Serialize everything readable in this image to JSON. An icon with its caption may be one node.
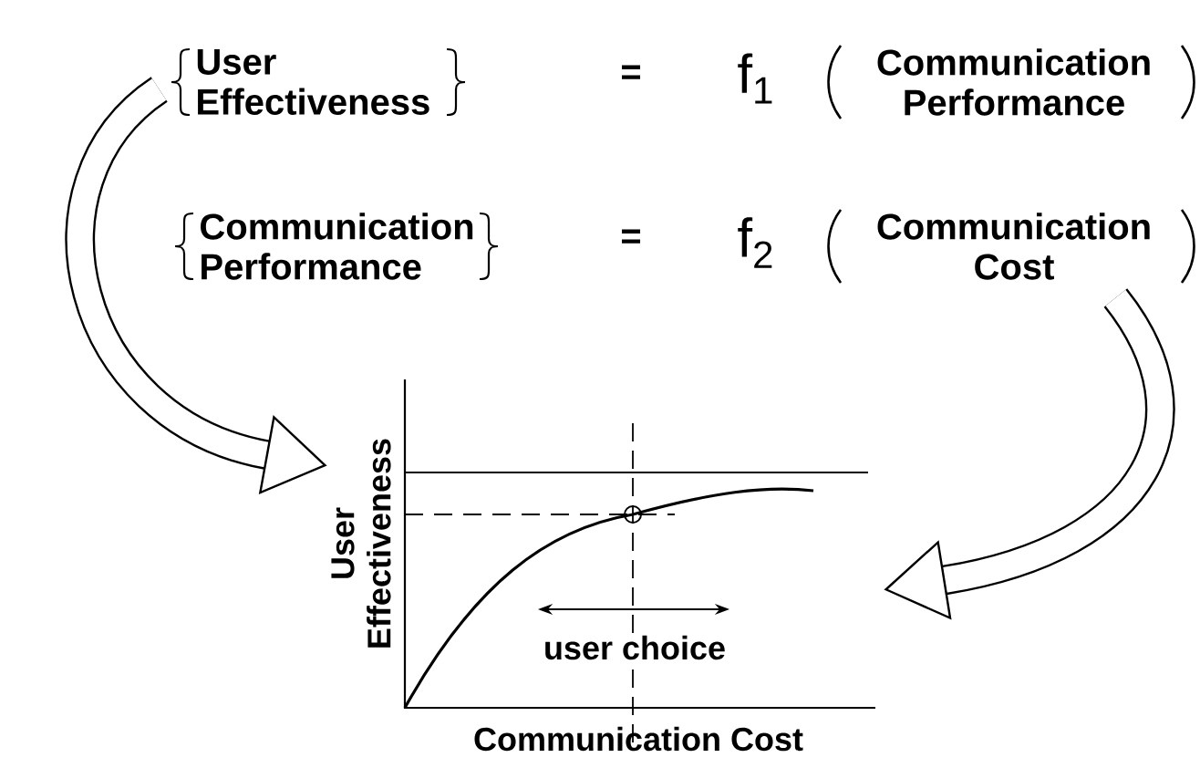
{
  "diagram": {
    "nodes": [
      {
        "text": [
          "User Effectiveness",
          "=",
          "f$_{1}$",
          "Communication Performance"
        ]
      },
      {
        "text": [
          "Communication Performance",
          "=",
          "f$_{2}$",
          "Communication Cost"
        ]
      },
      {
        "text": [
          "User Effectiveness",
          "user choice",
          "Communication Cost"
        ]
      }
    ],
    "edges": [
      {
        "from": 0,
        "to": 2,
        "arrow": "to"
      },
      {
        "from": 1,
        "to": 2,
        "arrow": "to"
      }
    ]
  }
}
